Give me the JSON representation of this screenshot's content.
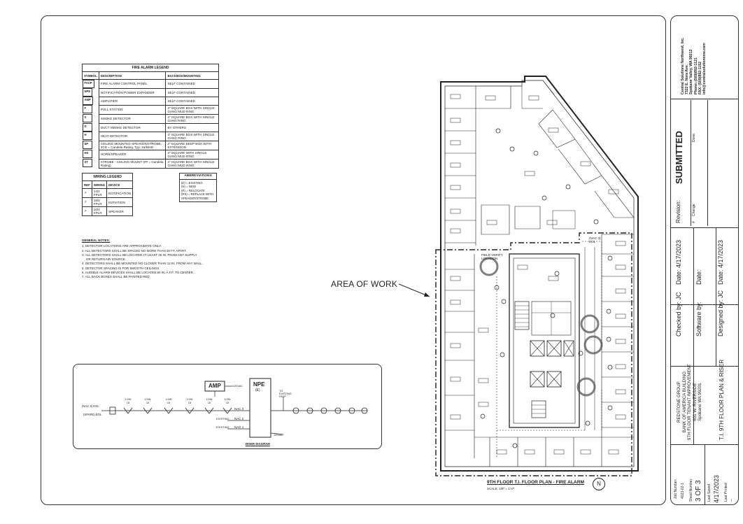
{
  "legend": {
    "title": "FIRE ALARM LEGEND",
    "headers": [
      "SYMBOL",
      "DESCRIPTION",
      "BACKBOX/MOUNTING"
    ],
    "rows": [
      {
        "symbol": "FACP",
        "description": "FIRE ALARM CONTROL PANEL",
        "mounting": "SELF CONTAINED"
      },
      {
        "symbol": "NPE",
        "description": "NOTIFICATION POWER EXPANDER",
        "mounting": "SELF CONTAINED"
      },
      {
        "symbol": "AMP",
        "description": "AMPLIFIER",
        "mounting": "SELF CONTAINED"
      },
      {
        "symbol": "F",
        "description": "PULL STATION",
        "mounting": "4\" SQUARE BOX WITH SINGLE GANG MUD RING"
      },
      {
        "symbol": "S",
        "description": "SMOKE DETECTOR",
        "mounting": "4\" SQUARE BOX WITH SINGLE GANG RING"
      },
      {
        "symbol": "D",
        "description": "DUCT SMOKE DETECTOR",
        "mounting": "BY OTHERS"
      },
      {
        "symbol": "H",
        "description": "HEAT DETECTOR",
        "mounting": "4\" SQUARE BOX WITH SINGLE GANG RING"
      },
      {
        "symbol": "SP",
        "description": "CEILING MOUNTED SPEAKER/STROBE, 2CD = Candela Rating, Typ. 15/MHD",
        "mounting": "4\" SQUARE DEEP BOX WITH EXTENSION"
      },
      {
        "symbol": "HS",
        "description": "HORN/SPEAKER",
        "mounting": "4\" SQUARE WITH SINGLE GANG MUD RING"
      },
      {
        "symbol": "ST",
        "description": "STROBE - CEILING MOUNT (## = Candela Rating)",
        "mounting": "4\" SQUARE BOX WITH SINGLE GANG MUD RING"
      }
    ]
  },
  "wiring": {
    "title": "WIRING LEGEND",
    "headers": [
      "REF",
      "WIRING",
      "DEVICE"
    ],
    "rows": [
      {
        "ref": "",
        "wiring": "14/2 FPLR",
        "device": "NOTIFICATION"
      },
      {
        "ref": "",
        "wiring": "18/2 FPLR",
        "device": "INITIATION"
      },
      {
        "ref": "",
        "wiring": "16/4 FPLR",
        "device": "SPEAKER"
      }
    ]
  },
  "abbreviations": {
    "title": "ABBREVIATIONS",
    "items": [
      "(E) = EXISTING",
      "(N) = NEW",
      "(R) = RELOCATE",
      "(RS) = REPLACE WITH SPEAKER/STROBE"
    ]
  },
  "notes": {
    "title": "GENERAL NOTES:",
    "items": [
      "1. DETECTOR LOCATIONS ARE APPROXIMATE ONLY.",
      "2. ALL DETECTORS SHALL BE SPACED NO MORE THAN 30 FT. APART.",
      "3. ALL DETECTORS SHALL BE LOCATED AT LEAST 36 IN. FROM ANY SUPPLY",
      "    OR RETURN AIR SOURCE.",
      "4. DETECTORS SHALL BE MOUNTED NO CLOSER THAN 12 IN. FROM ANY WALL.",
      "5. DETECTOR SPACING IS FOR SMOOTH CEILINGS.",
      "6. AUDIBLE ALARM DEVICES SHALL BE LOCATED 80 IN. A.F.F. TO CENTER.",
      "7. ALL BACK BOXES SHALL BE PAINTED RED."
    ]
  },
  "riser": {
    "amp": "AMP",
    "npe": "NPE",
    "npe_sub": "(E)",
    "nac3": "NAC 3",
    "nac2": "NAC 2",
    "nac1": "NAC 1",
    "existing": "EXISTING",
    "eol_top": "(NAC 3) EOL",
    "eol_bottom": "(SPARE) EOL",
    "to_existing": "TO EXISTING FACP",
    "wire_1": "120VAC",
    "wire_2": "120VAC",
    "caption": "RISER DIAGRAM",
    "labels": [
      "1/2W 15",
      "1/2W 15",
      "1/2W 15",
      "1/2W 15",
      "1/2W 15",
      "1/2W 15"
    ]
  },
  "area_of_work": "AREA OF WORK",
  "plan": {
    "title": "9TH FLOOR T.I. FLOOR PLAN - FIRE ALARM",
    "scale": "SCALE: 1/8\" = 1'-0\"",
    "field_verify": "FIELD VERIFY LOCATION",
    "nac_eol": "(NAC 3) EOL",
    "north": "N"
  },
  "titleblock": {
    "company": [
      "Central Solutions Northwest, Inc.",
      "7322 E. Nora Ave.",
      "Spokane Valley, WA 99212",
      "Phone: (509)892-1121",
      "FAX: (509)892-1152",
      "info@centralsolutionsnw.com"
    ],
    "revision": "Revision:",
    "submitted": "SUBMITTED",
    "rev_no": "#",
    "change": "Change:",
    "done": "Done:",
    "project": [
      "REDSTONE GROUP",
      "BANK OF AMERICA BUILDING",
      "9TH FLOOR TENANT IMPROVEMENT",
      "601 W. RIVERSIDE",
      "Spokane WA 99201"
    ],
    "sheet_title": "T.I. 9TH FLOOR PLAN & RISER",
    "checked": "Checked by:  JC",
    "checked_date": "Date: 4/17/2023",
    "software": "Software by:",
    "software_date": "Date:",
    "designed": "Designed by:  JC",
    "designed_date": "Date: 4/17/2023",
    "job_label": "Job Number:",
    "job_no": "4023-02-1",
    "last_saved_label": "Last Saved",
    "last_saved": "4/17/2023",
    "last_printed_label": "Last Printed",
    "last_printed": "--",
    "sheet_label": "Sheet Number",
    "sheet_no": "3 OF 3"
  }
}
